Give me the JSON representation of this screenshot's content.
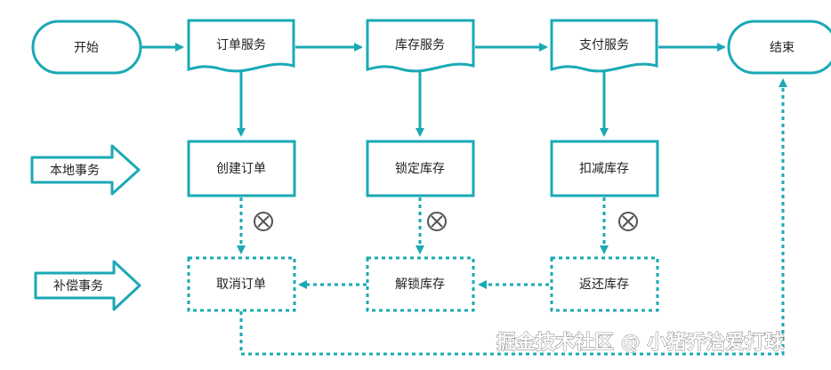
{
  "nodes": {
    "start": "开始",
    "end": "结束",
    "order_service": "订单服务",
    "inventory_service": "库存服务",
    "payment_service": "支付服务",
    "create_order": "创建订单",
    "lock_inventory": "锁定库存",
    "deduct_inventory": "扣减库存",
    "cancel_order": "取消订单",
    "unlock_inventory": "解锁库存",
    "return_inventory": "返还库存"
  },
  "lanes": {
    "local_tx": "本地事务",
    "compensation_tx": "补偿事务"
  },
  "watermark": "掘金技术社区 @ 小猪乔治爱打球",
  "colors": {
    "stroke": "#1aa9b5",
    "text": "#222222",
    "fail_icon": "#555555"
  }
}
